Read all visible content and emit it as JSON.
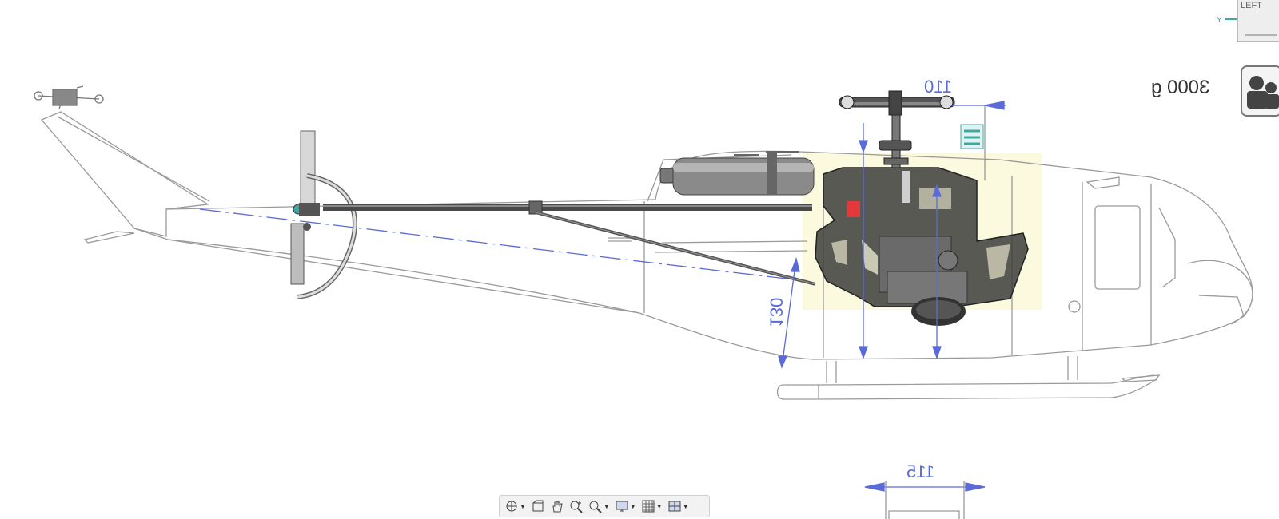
{
  "dimensions": {
    "top_rotor_offset": "110",
    "tail_height": "130",
    "bottom_width": "115"
  },
  "mass": {
    "value": "3000 g"
  },
  "view_cube": {
    "face_label": "LEFT",
    "axis_label": "Y"
  },
  "toolbar": {
    "items": [
      {
        "name": "view-orientation",
        "icon": "axis-icon"
      },
      {
        "name": "section-view",
        "icon": "section-icon"
      },
      {
        "name": "pan",
        "icon": "hand-icon"
      },
      {
        "name": "zoom",
        "icon": "zoom-icon"
      },
      {
        "name": "zoom-to-fit",
        "icon": "zoom-fit-icon"
      },
      {
        "name": "display-style",
        "icon": "monitor-icon"
      },
      {
        "name": "grid-settings",
        "icon": "grid-icon"
      },
      {
        "name": "multiple-views",
        "icon": "viewports-icon"
      }
    ]
  },
  "colors": {
    "drawing_line": "#9a9a9a",
    "dimension_blue": "#5a6bd8",
    "frame_fill": "#3c3c3c",
    "highlight_yellow": "#fbf9dc",
    "accent_red": "#e23a3a",
    "accent_teal": "#3fa8a0"
  }
}
